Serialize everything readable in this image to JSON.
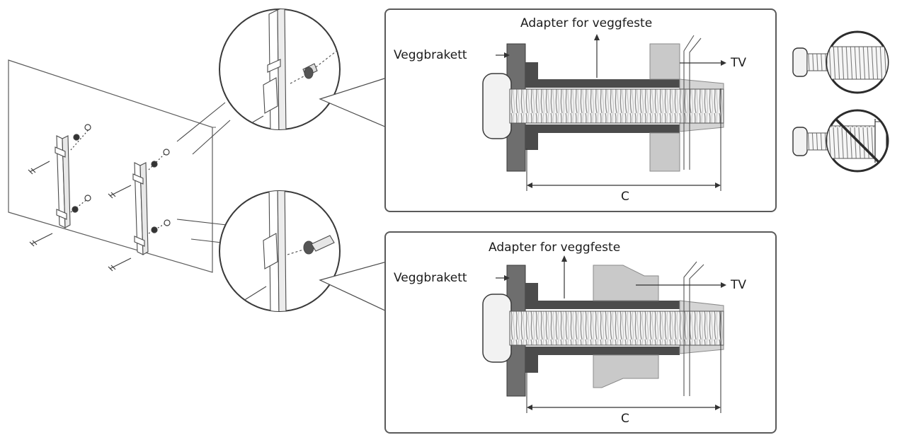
{
  "detail_top": {
    "adapter_label": "Adapter for veggfeste",
    "bracket_label": "Veggbrakett",
    "tv_label": "TV",
    "dimension_label": "C"
  },
  "detail_bottom": {
    "adapter_label": "Adapter for veggfeste",
    "bracket_label": "Veggbrakett",
    "tv_label": "TV",
    "dimension_label": "C"
  },
  "colors": {
    "line": "#4a4a4a",
    "dark_part": "#4b4b4b",
    "wall": "#6e6e6e",
    "tv_gray": "#c9c9c9",
    "screw_face": "#f2f2f2"
  },
  "icons": {
    "correct_screw": "screw-fully-threaded-icon",
    "incorrect_screw": "screw-thread-gap-prohibited-icon"
  }
}
